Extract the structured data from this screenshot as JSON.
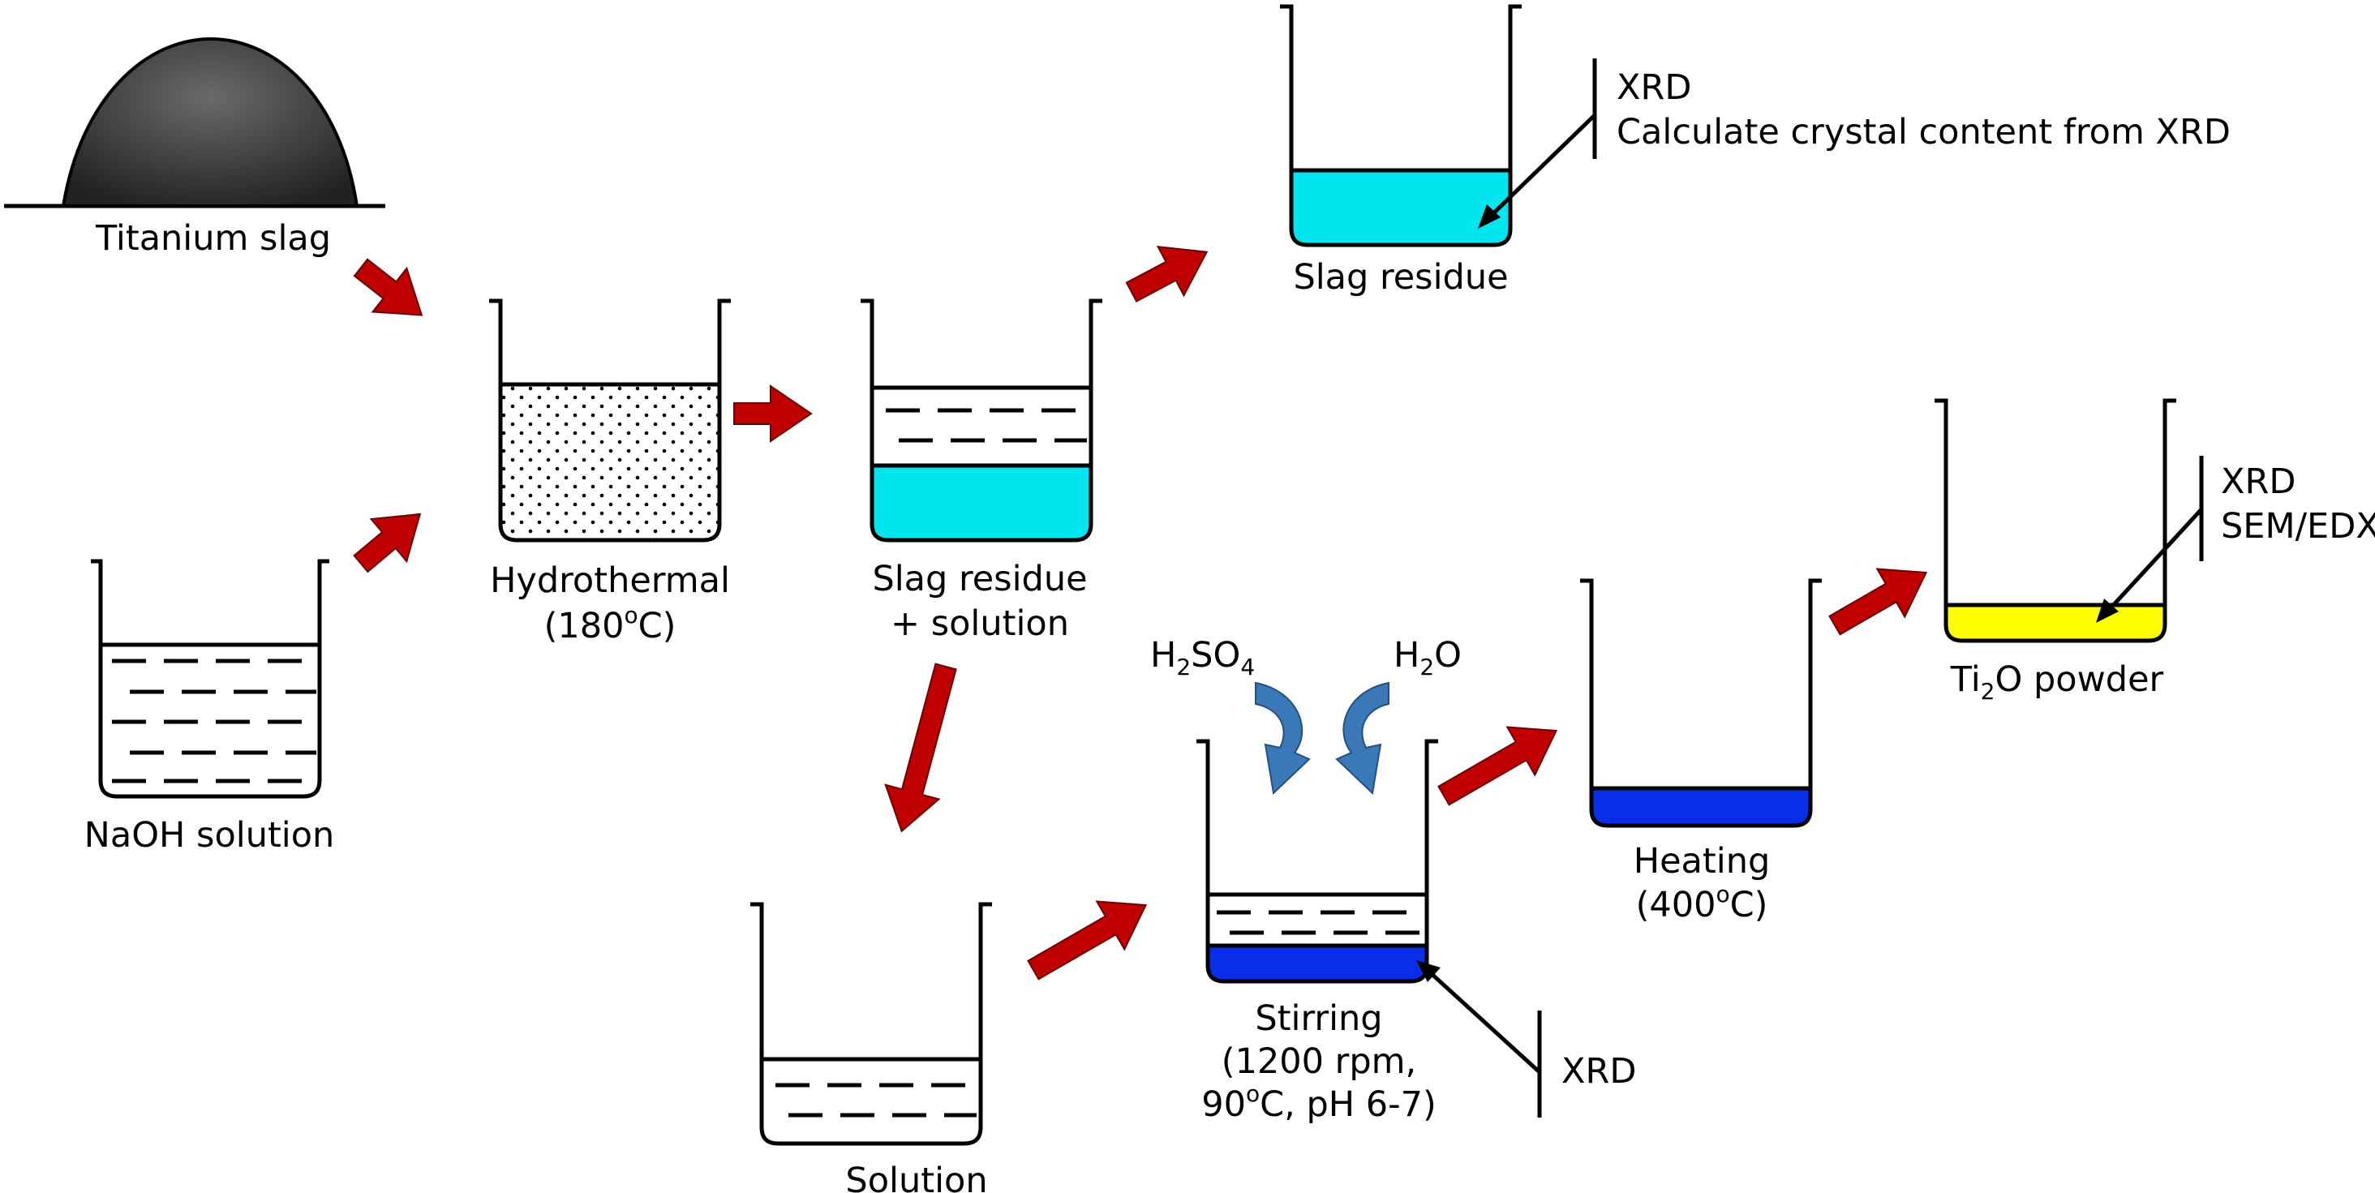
{
  "labels": {
    "titanium_slag": "Titanium slag",
    "naoh_solution": "NaOH solution",
    "hydrothermal_line1": "Hydrothermal",
    "hydrothermal_line2_pre": "(180",
    "degree_o": "o",
    "hydrothermal_line2_post": "C)",
    "slag_residue_solution_line1": "Slag residue",
    "slag_residue_solution_line2": "+ solution",
    "slag_residue": "Slag residue",
    "solution": "Solution",
    "stirring_line1": "Stirring",
    "stirring_line2": "(1200 rpm,",
    "stirring_line3_pre": "90",
    "stirring_line3_post": "C, pH 6-7)",
    "heating_line1": "Heating",
    "heating_line2_pre": "(400",
    "heating_line2_post": "C)",
    "tio_powder_pre": "Ti",
    "tio_powder_sub": "2",
    "tio_powder_post": "O powder",
    "h2so4_pre": "H",
    "h2so4_sub1": "2",
    "h2so4_mid": "SO",
    "h2so4_sub2": "4",
    "h2o_pre": "H",
    "h2o_sub": "2",
    "h2o_post": "O"
  },
  "annotations": {
    "slag_residue_line1": "XRD",
    "slag_residue_line2": "Calculate crystal content from XRD",
    "powder_line1": "XRD",
    "powder_line2": "SEM/EDX",
    "stirring": "XRD"
  },
  "colors": {
    "arrow": "#c00000",
    "cyan": "#00e5ee",
    "blue": "#0a2ee8",
    "yellow": "#ffff00",
    "steel_blue": "#3a78b8",
    "slag_mound": "#444444"
  }
}
